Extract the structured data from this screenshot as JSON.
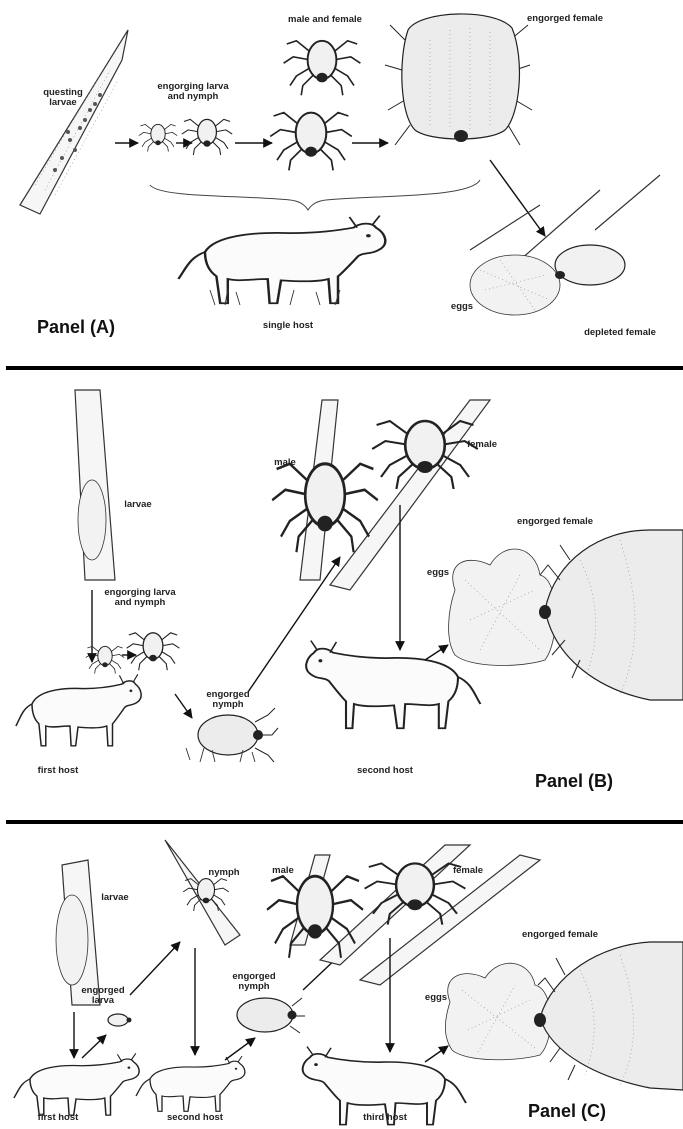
{
  "panels": {
    "a": {
      "title": "Panel (A)",
      "labels": {
        "questing_larvae": "questing\nlarvae",
        "engorging_larva_nymph": "engorging larva\nand nymph",
        "male_female": "male and female",
        "engorged_female": "engorged female",
        "single_host": "single host",
        "eggs": "eggs",
        "depleted_female": "depleted female"
      }
    },
    "b": {
      "title": "Panel (B)",
      "labels": {
        "larvae": "larvae",
        "engorging_larva_nymph": "engorging larva\nand nymph",
        "male": "male",
        "female": "female",
        "engorged_female": "engorged female",
        "eggs": "eggs",
        "engorged_nymph": "engorged\nnymph",
        "first_host": "first host",
        "second_host": "second host"
      }
    },
    "c": {
      "title": "Panel (C)",
      "labels": {
        "larvae": "larvae",
        "nymph": "nymph",
        "male": "male",
        "female": "female",
        "engorged_female": "engorged female",
        "engorged_larva": "engorged\nlarva",
        "engorged_nymph": "engorged\nnymph",
        "eggs": "eggs",
        "first_host": "first host",
        "second_host": "second host",
        "third_host": "third host"
      }
    }
  }
}
